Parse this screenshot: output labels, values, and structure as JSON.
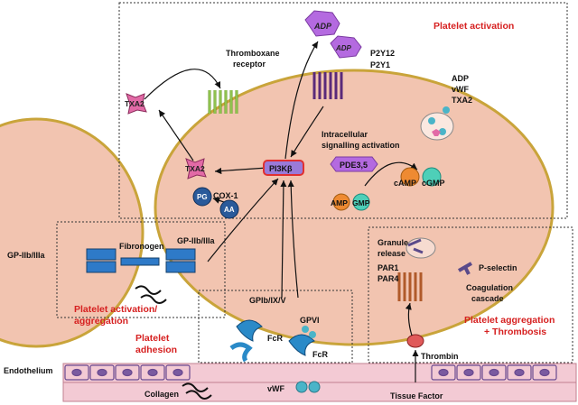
{
  "sections": {
    "activation": "Platelet activation",
    "aggregation_top": "Platelet activation/",
    "aggregation_bottom": "aggregation",
    "adhesion_top": "Platelet",
    "adhesion_bottom": "adhesion",
    "thrombosis_top": "Platelet aggregation",
    "thrombosis_bottom": "+ Thrombosis"
  },
  "labels": {
    "thromboxane_top": "Thromboxane",
    "thromboxane_bottom": "receptor",
    "p2y12": "P2Y12",
    "p2y1": "P2Y1",
    "granule_contents": [
      "ADP",
      "vWF",
      "TXA2"
    ],
    "intracellular_top": "Intracellular",
    "intracellular_bottom": "signalling activation",
    "cox1": "COX-1",
    "gpiib_left": "GP-IIb/IIIa",
    "gpiib_right": "GP-IIb/IIIa",
    "fibronogen": "Fibronogen",
    "gpib": "GPIb/IX/V",
    "gpvi": "GPVI",
    "fcr_left": "FcR",
    "fcr_right": "FcR",
    "granule_top": "Granule",
    "granule_bottom": "release",
    "par1": "PAR1",
    "par4": "PAR4",
    "pselectin": "P-selectin",
    "coag_top": "Coagulation",
    "coag_bottom": "cascade",
    "thrombin": "Thrombin",
    "endothelium": "Endothelium",
    "collagen": "Collagen",
    "vwf": "vWF",
    "tissue_factor": "Tissue  Factor"
  },
  "molecules": {
    "adp1": "ADP",
    "adp2": "ADP",
    "txa2_out": "TXA2",
    "txa2_in": "TXA2",
    "pi3k": "PI3Kβ",
    "pde": "PDE3,5",
    "camp": "cAMP",
    "cgmp": "cGMP",
    "amp": "AMP",
    "gmp": "GMP",
    "pg": "PG",
    "aa": "AA"
  },
  "colors": {
    "cell_fill": "#f2c4b0",
    "cell_stroke": "#c9a43a",
    "adp": "#b46ae0",
    "txa2": "#e26aa6",
    "blue_dark": "#2a5a9a",
    "orange": "#ee8a32",
    "teal": "#4ecfb8",
    "green_receptor": "#9bd05a",
    "purple_receptor": "#5a2a7a",
    "red_text": "#d62020",
    "endothelium": "#f3cad4"
  }
}
